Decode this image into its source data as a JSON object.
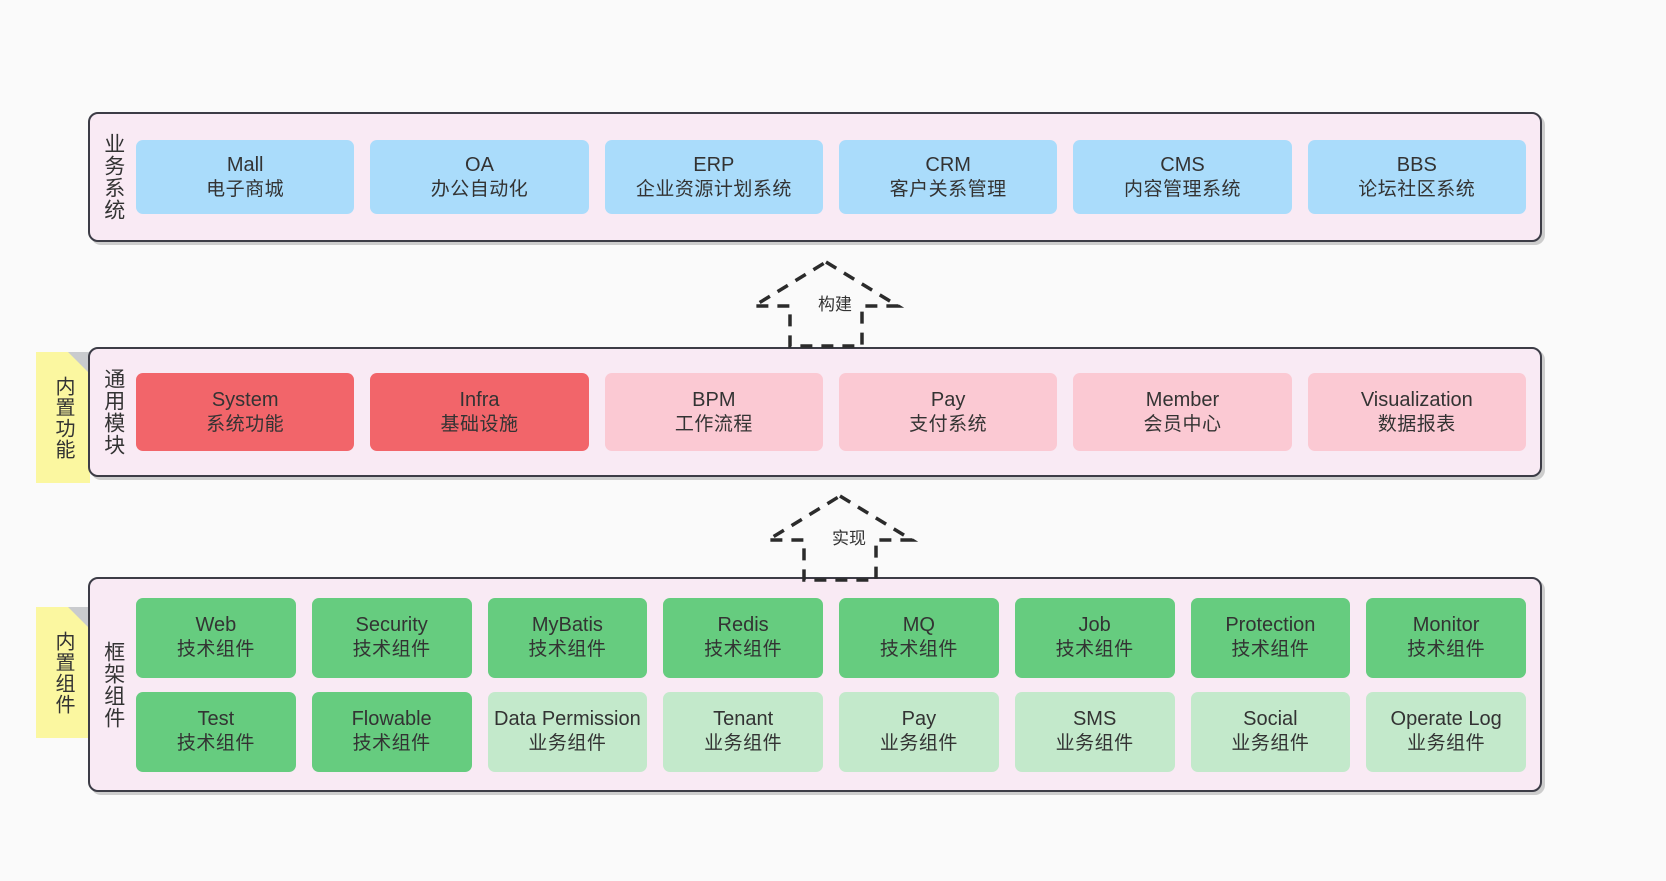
{
  "diagram": {
    "title": "ruoyi-vue-pro architecture layers",
    "background": "#fafafa",
    "colors": {
      "panel_bg": "#f9eaf4",
      "panel_border": "#3c3c46",
      "sticky_bg": "#fbf7a0",
      "blue": "#aadcfb",
      "red": "#f2656a",
      "pink": "#fbc9d3",
      "green": "#66cc7f",
      "light_green": "#c3e9cb"
    }
  },
  "layers": [
    {
      "id": "business-system",
      "title": "业务系统",
      "sticky": null,
      "rows": [
        {
          "color": "blue",
          "cards": [
            {
              "name": "Mall",
              "desc": "电子商城"
            },
            {
              "name": "OA",
              "desc": "办公自动化"
            },
            {
              "name": "ERP",
              "desc": "企业资源计划系统"
            },
            {
              "name": "CRM",
              "desc": "客户关系管理"
            },
            {
              "name": "CMS",
              "desc": "内容管理系统"
            },
            {
              "name": "BBS",
              "desc": "论坛社区系统"
            }
          ]
        }
      ]
    },
    {
      "id": "common-module",
      "title": "通用模块",
      "sticky": "内置功能",
      "rows": [
        {
          "color": "mixed",
          "cards": [
            {
              "name": "System",
              "desc": "系统功能",
              "color": "red"
            },
            {
              "name": "Infra",
              "desc": "基础设施",
              "color": "red"
            },
            {
              "name": "BPM",
              "desc": "工作流程",
              "color": "pink"
            },
            {
              "name": "Pay",
              "desc": "支付系统",
              "color": "pink"
            },
            {
              "name": "Member",
              "desc": "会员中心",
              "color": "pink"
            },
            {
              "name": "Visualization",
              "desc": "数据报表",
              "color": "pink"
            }
          ]
        }
      ]
    },
    {
      "id": "framework-component",
      "title": "框架组件",
      "sticky": "内置组件",
      "rows": [
        {
          "color": "green",
          "cards": [
            {
              "name": "Web",
              "desc": "技术组件"
            },
            {
              "name": "Security",
              "desc": "技术组件"
            },
            {
              "name": "MyBatis",
              "desc": "技术组件"
            },
            {
              "name": "Redis",
              "desc": "技术组件"
            },
            {
              "name": "MQ",
              "desc": "技术组件"
            },
            {
              "name": "Job",
              "desc": "技术组件"
            },
            {
              "name": "Protection",
              "desc": "技术组件"
            },
            {
              "name": "Monitor",
              "desc": "技术组件"
            }
          ]
        },
        {
          "color": "mixed",
          "cards": [
            {
              "name": "Test",
              "desc": "技术组件",
              "color": "green"
            },
            {
              "name": "Flowable",
              "desc": "技术组件",
              "color": "green"
            },
            {
              "name": "Data Permission",
              "desc": "业务组件",
              "color": "lightgreen",
              "wrap": true
            },
            {
              "name": "Tenant",
              "desc": "业务组件",
              "color": "lightgreen"
            },
            {
              "name": "Pay",
              "desc": "业务组件",
              "color": "lightgreen"
            },
            {
              "name": "SMS",
              "desc": "业务组件",
              "color": "lightgreen"
            },
            {
              "name": "Social",
              "desc": "业务组件",
              "color": "lightgreen"
            },
            {
              "name": "Operate Log",
              "desc": "业务组件",
              "color": "lightgreen"
            }
          ]
        }
      ]
    }
  ],
  "connectors": [
    {
      "id": "build",
      "label": "构建",
      "style": "dashed-hollow-arrow-up"
    },
    {
      "id": "implement",
      "label": "实现",
      "style": "dashed-hollow-arrow-up"
    }
  ]
}
